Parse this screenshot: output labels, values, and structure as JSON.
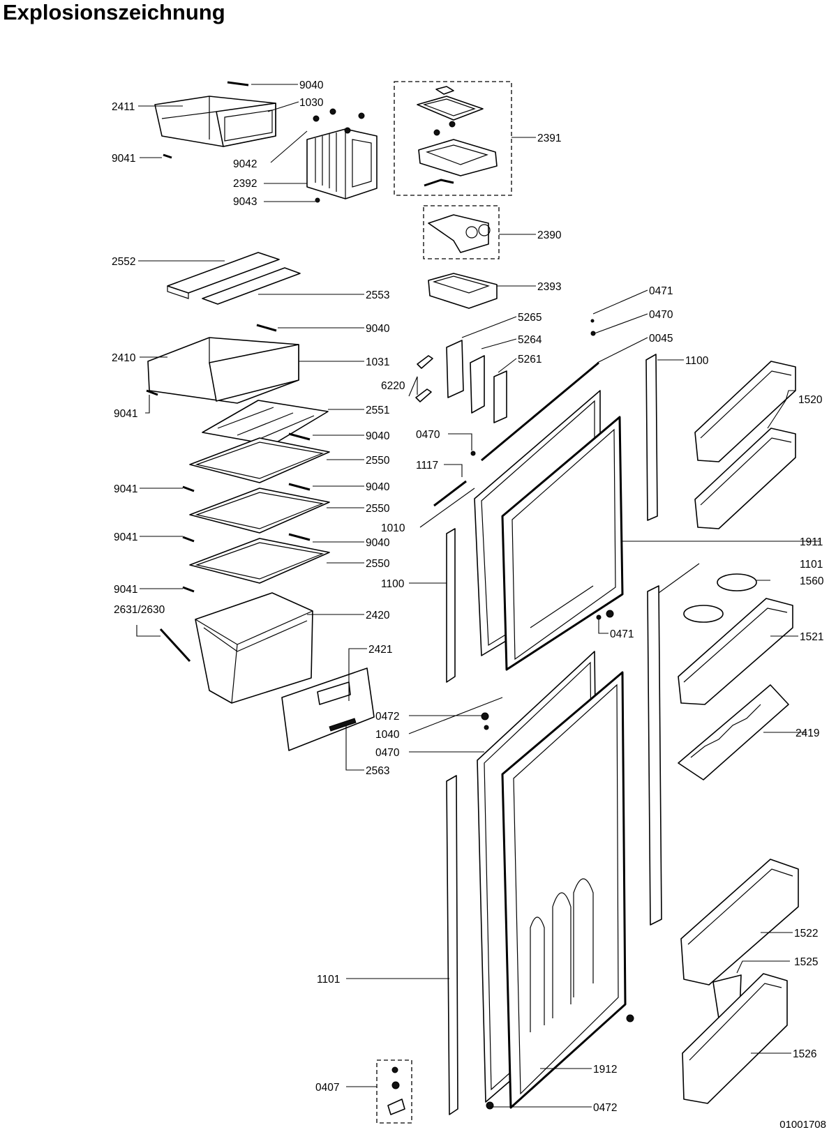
{
  "title": "Explosionszeichnung",
  "drawing_code": "01001708",
  "labels": [
    "9040",
    "1030",
    "2411",
    "9042",
    "9041",
    "2392",
    "9043",
    "2391",
    "2390",
    "2393",
    "2552",
    "2553",
    "9040",
    "2410",
    "1031",
    "9041",
    "2551",
    "9040",
    "2550",
    "9041",
    "9040",
    "2550",
    "9041",
    "9040",
    "2550",
    "9041",
    "2631/2630",
    "2420",
    "2421",
    "2563",
    "5265",
    "5264",
    "5261",
    "6220",
    "0470",
    "1117",
    "1010",
    "1100",
    "0471",
    "0470",
    "0045",
    "1100",
    "1520",
    "1911",
    "1101",
    "1560",
    "0471",
    "1521",
    "2419",
    "0472",
    "1040",
    "0470",
    "1101",
    "1522",
    "1525",
    "1526",
    "1912",
    "0407",
    "0472"
  ]
}
